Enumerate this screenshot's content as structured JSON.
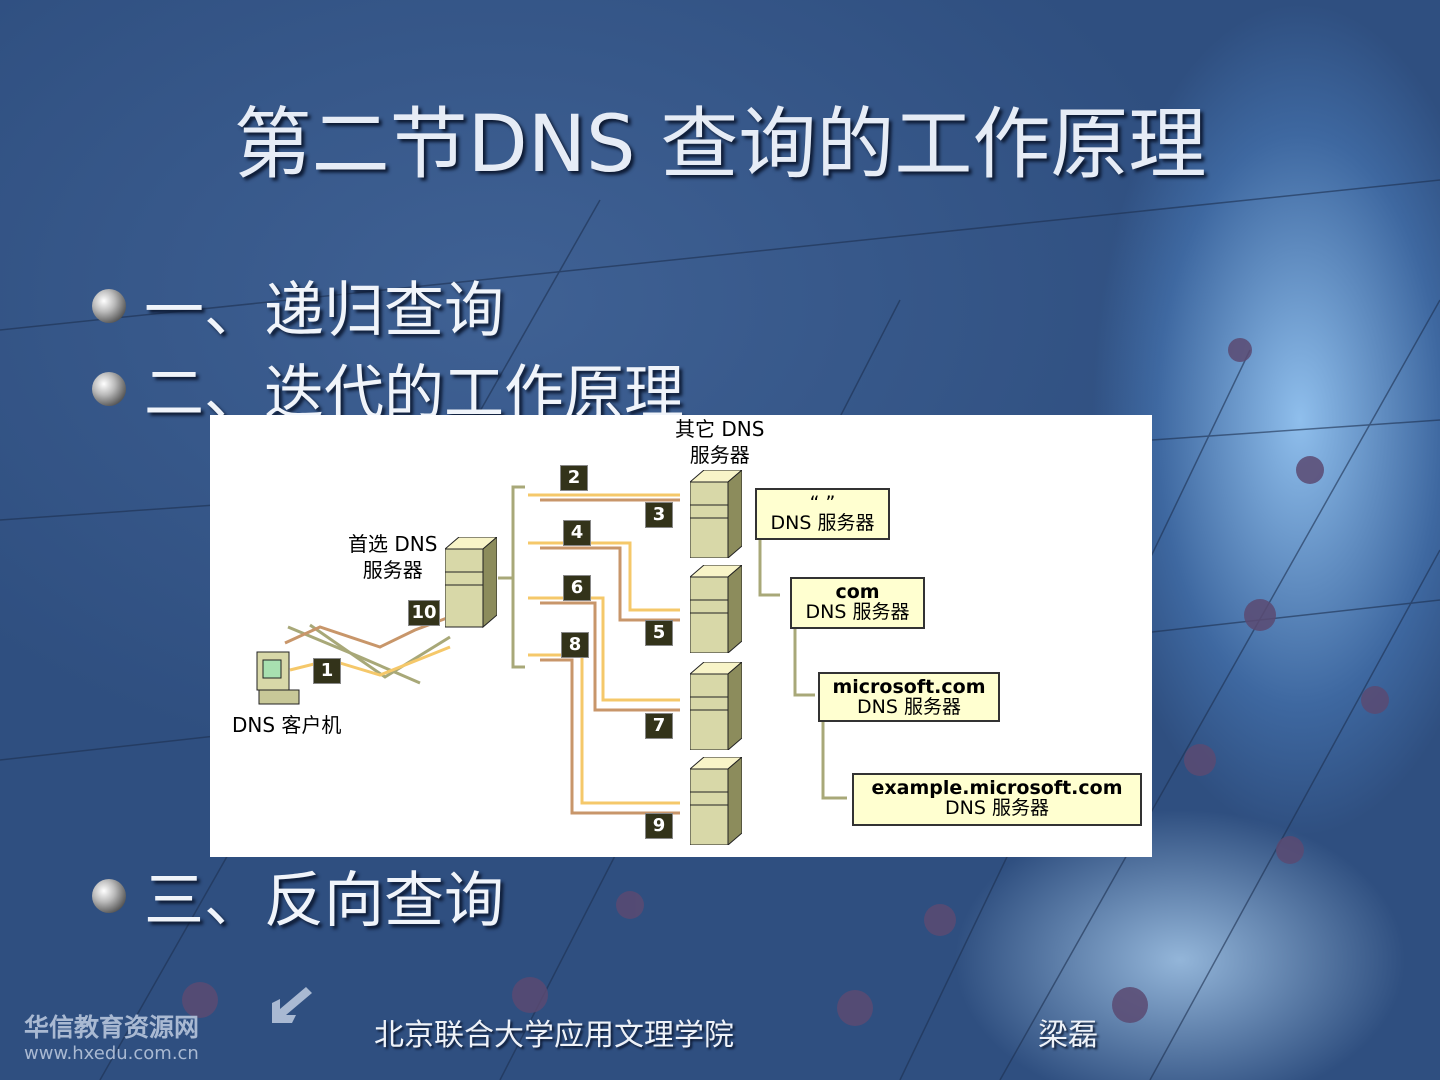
{
  "slide": {
    "title": "第二节DNS 查询的工作原理",
    "bullets": [
      "一、递归查询",
      "二、迭代的工作原理",
      "三、反向查询"
    ]
  },
  "diagram": {
    "other_servers_label": [
      "其它 DNS",
      "服务器"
    ],
    "preferred_label": [
      "首选 DNS",
      "服务器"
    ],
    "client_label": "DNS 客户机",
    "steps": [
      "1",
      "2",
      "3",
      "4",
      "5",
      "6",
      "7",
      "8",
      "9",
      "10"
    ],
    "zones": [
      {
        "line1": "“ ”",
        "line2": "DNS 服务器"
      },
      {
        "line1": "com",
        "line2": "DNS 服务器"
      },
      {
        "line1": "microsoft.com",
        "line2": "DNS 服务器"
      },
      {
        "line1": "example.microsoft.com",
        "line2": "DNS 服务器"
      }
    ],
    "colors": {
      "request": "#f5c86a",
      "response": "#c8966a",
      "link": "#a8a878"
    }
  },
  "footer": {
    "logo_name": "华信教育资源网",
    "logo_url": "www.hxedu.com.cn",
    "school": "北京联合大学应用文理学院",
    "author": "梁磊"
  }
}
